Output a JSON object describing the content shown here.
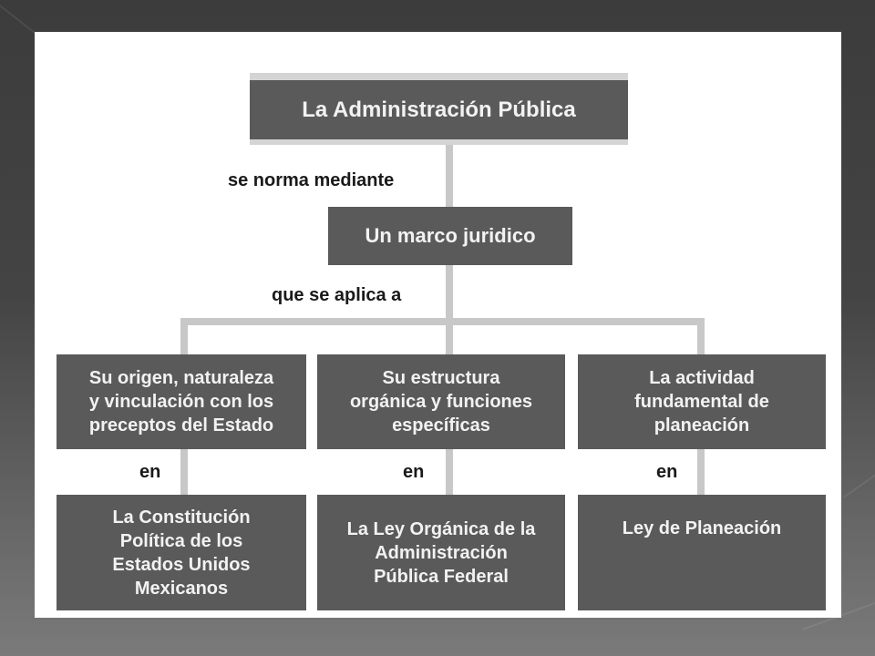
{
  "diagram": {
    "root": "La Administración Pública",
    "link_1": "se norma mediante",
    "middle": "Un marco juridico",
    "link_2": "que se aplica a",
    "branches": [
      {
        "aspect": "Su origen, naturaleza\ny vinculación con los\npreceptos del Estado",
        "link": "en",
        "law": "La Constitución\nPolítica de los\nEstados Unidos\nMexicanos"
      },
      {
        "aspect": "Su estructura\norgánica y funciones\nespecíficas",
        "link": "en",
        "law": "La Ley Orgánica de la\nAdministración\nPública Federal"
      },
      {
        "aspect": "La actividad\nfundamental de\nplaneación",
        "link": "en",
        "law": "Ley de Planeación"
      }
    ]
  }
}
